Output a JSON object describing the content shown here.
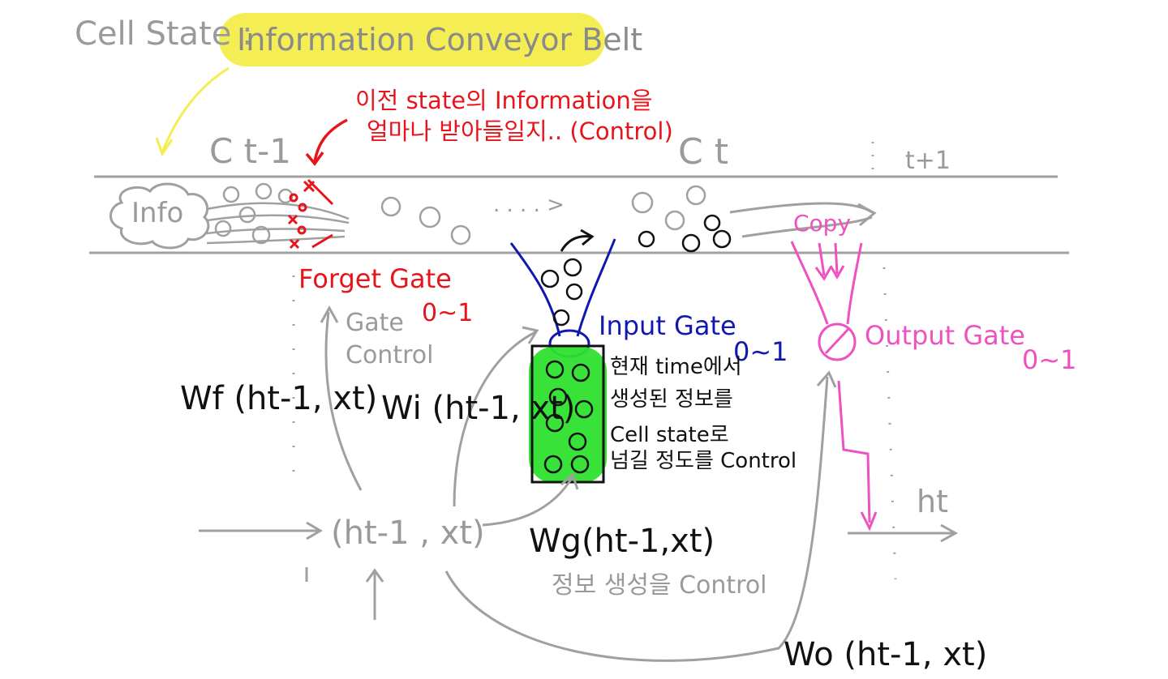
{
  "header": {
    "cell_state_label": "Cell State :",
    "conveyor_label": "Information Conveyor Belt"
  },
  "belt": {
    "prev_state": "C t-1",
    "curr_state": "C t",
    "next_time": "t+1",
    "info_cloud": "Info",
    "dots": ". . . . >"
  },
  "forget": {
    "note_line1": "이전 state의 Information을",
    "note_line2": "얼마나 받아들일지.. (Control)",
    "gate_label": "Forget Gate",
    "range": "0~1",
    "gate_control_line1": "Gate",
    "gate_control_line2": "Control",
    "weight": "Wf (ht-1, xt)"
  },
  "input": {
    "gate_label": "Input Gate",
    "range": "0~1",
    "weight_i": "Wi (ht-1, xt)",
    "weight_g": "Wg(ht-1,xt)",
    "note_line1": "현재 time에서",
    "note_line2": "생성된 정보를",
    "note_line3": "Cell state로",
    "note_line4": "넘길 정도를 Control",
    "gen_control": "정보 생성을 Control"
  },
  "output": {
    "copy_label": "Copy",
    "gate_label": "Output Gate",
    "range": "0~1",
    "weight": "Wo (ht-1, xt)",
    "ht": "ht"
  },
  "inputs": {
    "pair": "(ht-1 , xt)"
  },
  "colors": {
    "gray": "#9a9a9a",
    "red": "#e8141b",
    "blue": "#1018b0",
    "pink": "#ee52c0",
    "green": "#2ee02e",
    "highlight": "#f4ee54"
  }
}
